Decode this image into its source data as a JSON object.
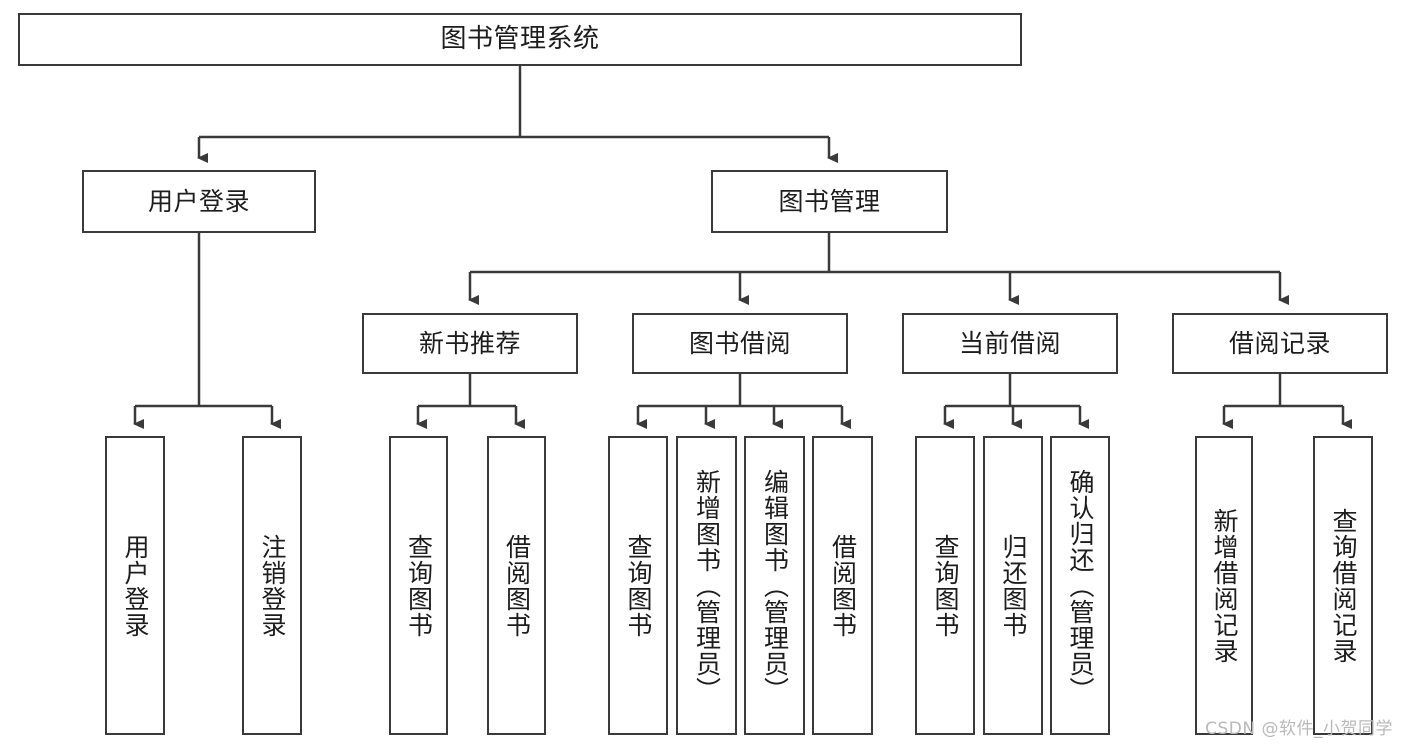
{
  "diagram": {
    "title": "图书管理系统",
    "type": "tree-hierarchy",
    "root": {
      "label": "图书管理系统"
    },
    "level2": [
      {
        "label": "用户登录"
      },
      {
        "label": "图书管理"
      }
    ],
    "level3": [
      {
        "label": "新书推荐"
      },
      {
        "label": "图书借阅"
      },
      {
        "label": "当前借阅"
      },
      {
        "label": "借阅记录"
      }
    ],
    "leaves": {
      "user_login": [
        {
          "label": "用户登录"
        },
        {
          "label": "注销登录"
        }
      ],
      "new_book_recommend": [
        {
          "label": "查询图书"
        },
        {
          "label": "借阅图书"
        }
      ],
      "book_borrow": [
        {
          "label": "查询图书"
        },
        {
          "label": "新增图书（管理员）"
        },
        {
          "label": "编辑图书（管理员）"
        },
        {
          "label": "借阅图书"
        }
      ],
      "current_borrow": [
        {
          "label": "查询图书"
        },
        {
          "label": "归还图书"
        },
        {
          "label": "确认归还（管理员）"
        }
      ],
      "borrow_record": [
        {
          "label": "新增借阅记录"
        },
        {
          "label": "查询借阅记录"
        }
      ]
    }
  },
  "watermark": {
    "text": "CSDN @软件_小贺同学"
  },
  "colors": {
    "stroke": "#3a3a3a",
    "text": "#1d1d1d",
    "background": "#ffffff",
    "watermark": "#b9b9b9"
  }
}
